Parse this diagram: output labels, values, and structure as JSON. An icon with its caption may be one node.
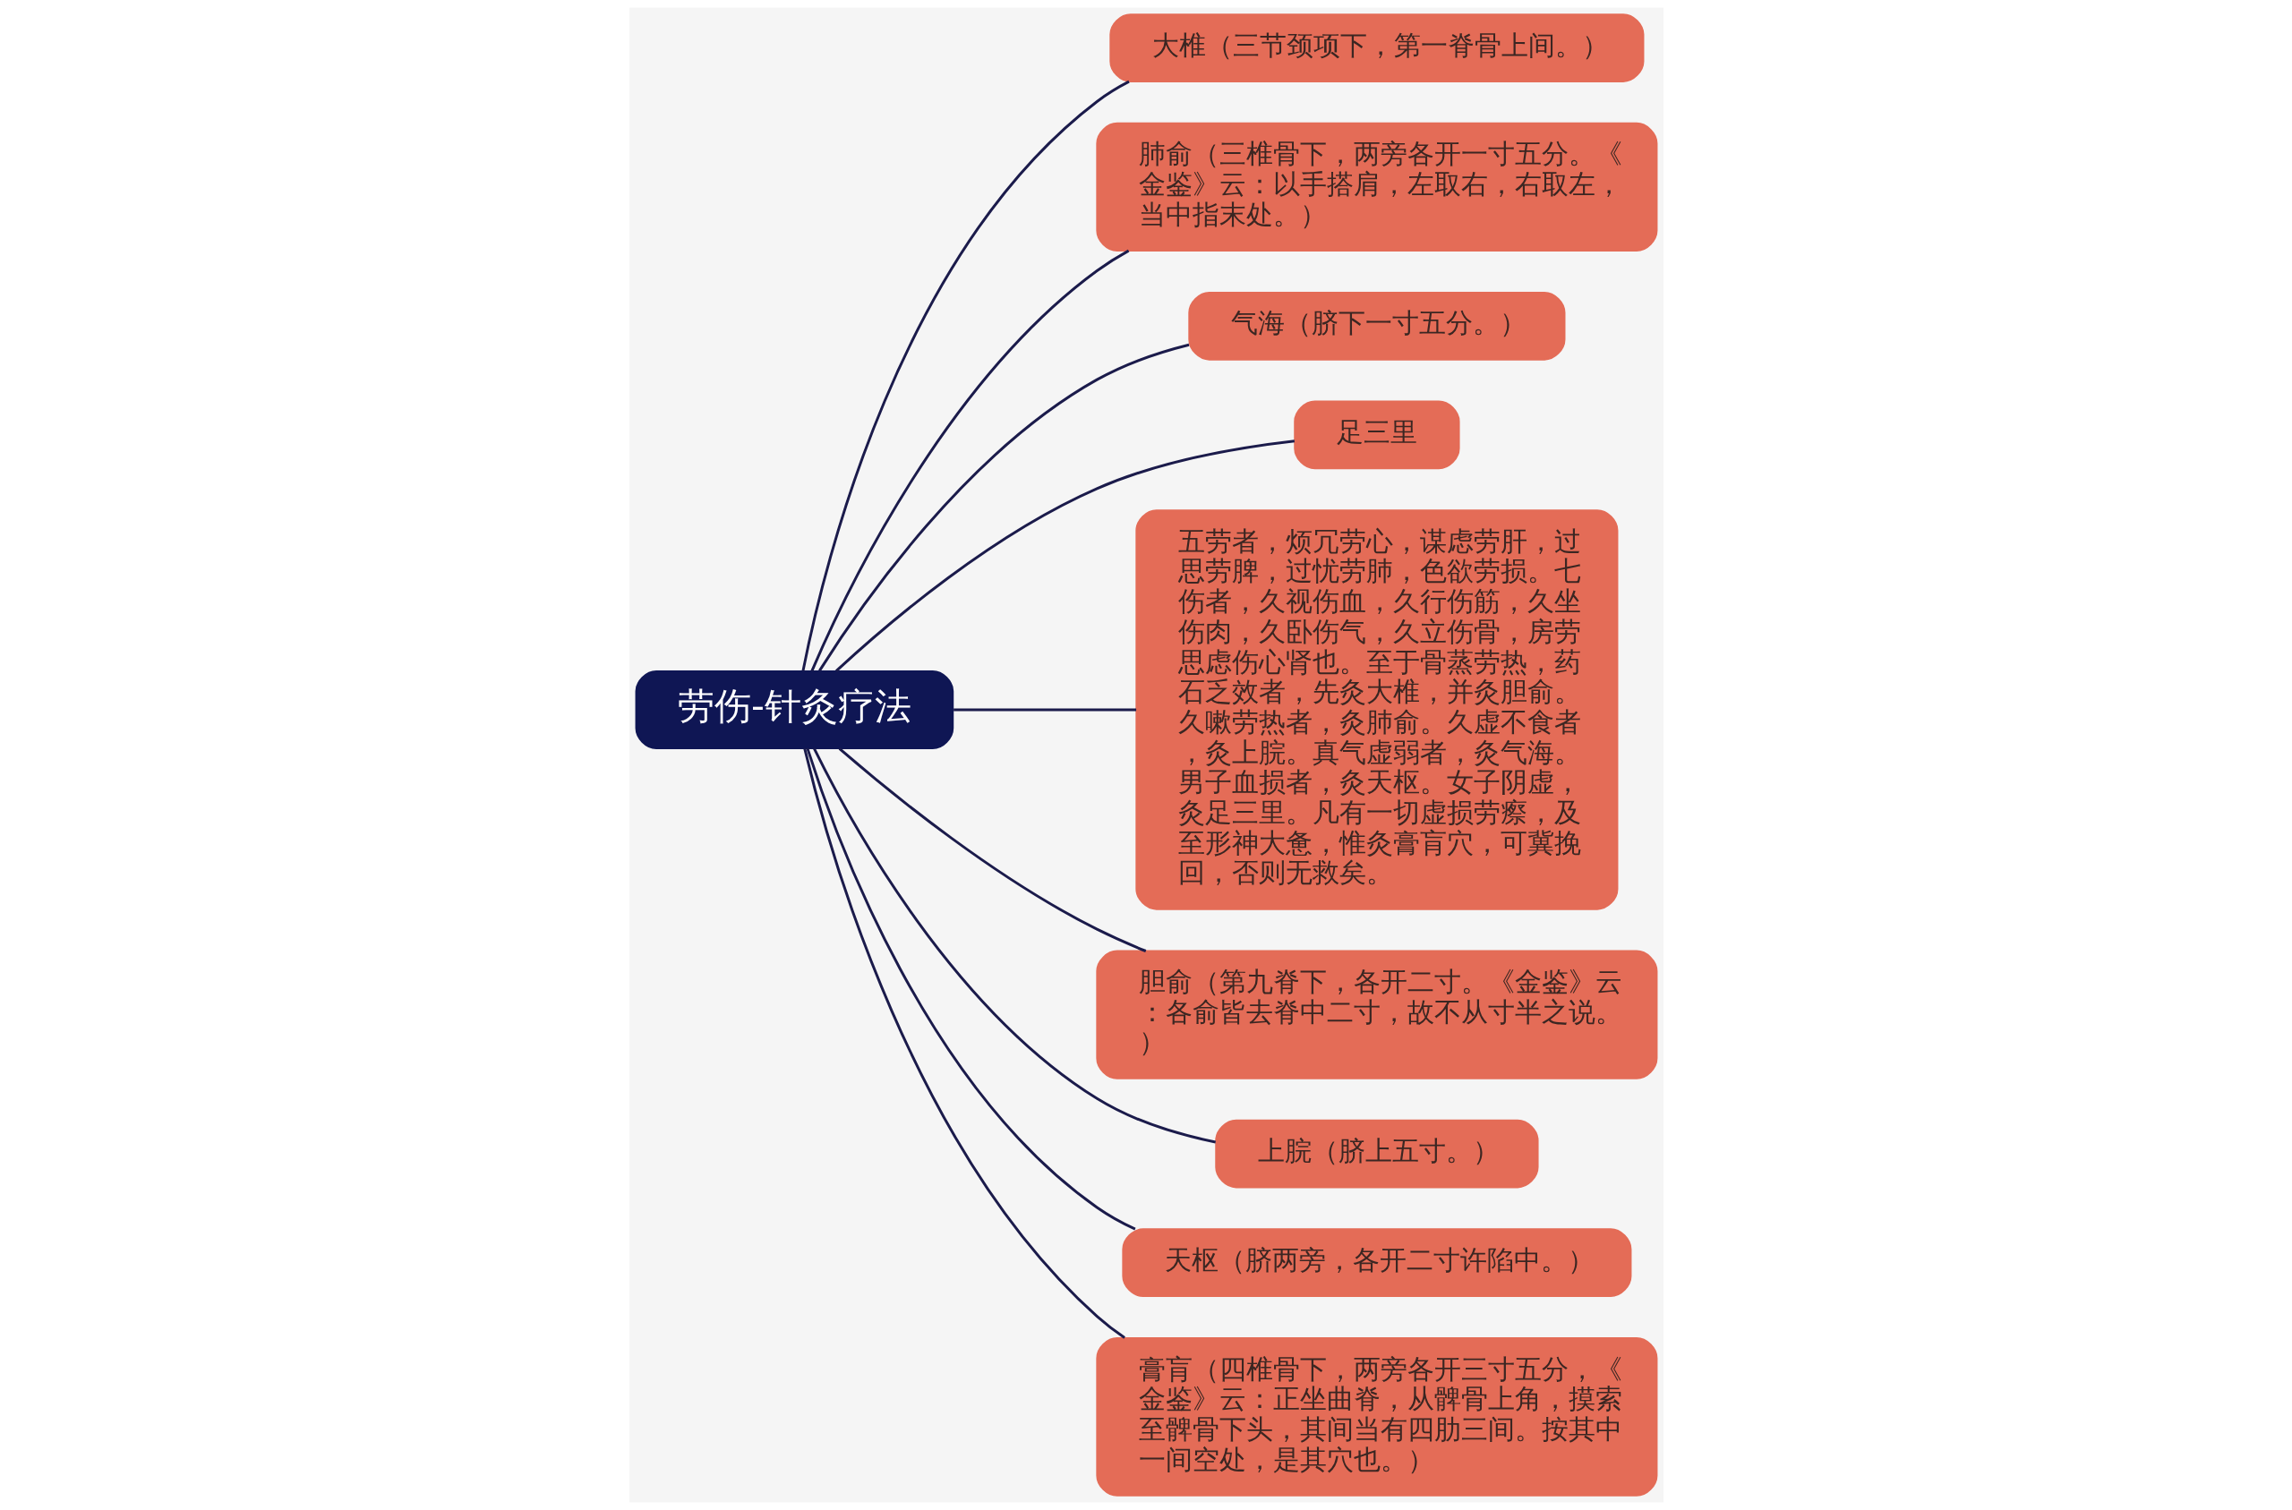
{
  "diagram": {
    "nodes": [
      {
        "text": [
          "劳伤-针灸疗法"
        ]
      },
      {
        "text": [
          "大椎（三节颈项下，第一脊骨上间。）"
        ]
      },
      {
        "text": [
          "肺俞（三椎骨下，两旁各开一寸五分。《金鉴》云：以手搭肩，左取右，右取左，当中指末处。）"
        ]
      },
      {
        "text": [
          "气海（脐下一寸五分。）"
        ]
      },
      {
        "text": [
          "足三里"
        ]
      },
      {
        "text": [
          "五劳者，烦冗劳心，谋虑劳肝，过思劳脾，过忧劳肺，色欲劳损。七伤者，久视伤血，久行伤筋，久坐伤肉，久卧伤气，久立伤骨，房劳思虑伤心肾也。至于骨蒸劳热，药石乏效者，先灸大椎，并灸胆俞。久嗽劳热者，灸肺俞。久虚不食者，灸上脘。真气虚弱者，灸气海。男子血损者，灸天枢。女子阴虚，灸足三里。凡有一切虚损劳瘵，及至形神大惫，惟灸膏肓穴，可冀挽回，否则无救矣。"
        ]
      },
      {
        "text": [
          "胆俞（第九脊下，各开二寸。《金鉴》云：各俞皆去脊中二寸，故不从寸半之说。）"
        ]
      },
      {
        "text": [
          "上脘（脐上五寸。）"
        ]
      },
      {
        "text": [
          "天枢（脐两旁，各开二寸许陷中。）"
        ]
      },
      {
        "text": [
          "膏肓（四椎骨下，两旁各开三寸五分，《金鉴》云：正坐曲脊，从髀骨上角，摸索至髀骨下头，其间当有四肋三间。按其中一间空处，是其穴也。）"
        ]
      }
    ],
    "edges": [
      {
        "from": 0,
        "to": 1,
        "arrow": "none"
      },
      {
        "from": 0,
        "to": 2,
        "arrow": "none"
      },
      {
        "from": 0,
        "to": 3,
        "arrow": "none"
      },
      {
        "from": 0,
        "to": 4,
        "arrow": "none"
      },
      {
        "from": 0,
        "to": 5,
        "arrow": "none"
      },
      {
        "from": 0,
        "to": 6,
        "arrow": "none"
      },
      {
        "from": 0,
        "to": 7,
        "arrow": "none"
      },
      {
        "from": 0,
        "to": 8,
        "arrow": "none"
      },
      {
        "from": 0,
        "to": 9,
        "arrow": "none"
      }
    ]
  }
}
